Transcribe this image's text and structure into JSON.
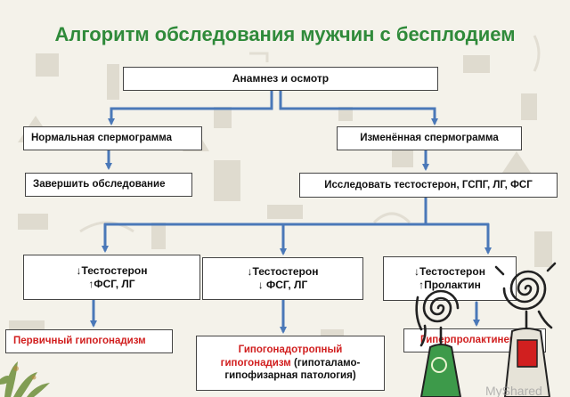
{
  "title": "Алгоритм обследования мужчин с бесплодием",
  "nodes": {
    "anamnesis": "Анамнез и осмотр",
    "normal_spermogram": "Нормальная спермограмма",
    "changed_spermogram": "Изменённая спермограмма",
    "finish_exam": "Завершить обследование",
    "investigate_hormones": "Исследовать тестостерон, ГСПГ, ЛГ, ФСГ",
    "case1": {
      "line1": "↓Тестостерон",
      "line2": "↑ФСГ, ЛГ"
    },
    "case2": {
      "line1": "↓Тестостерон",
      "line2": "↓ ФСГ, ЛГ"
    },
    "case3": {
      "line1": "↓Тестостерон",
      "line2": "↑Пролактин"
    },
    "primary_hypogonadism": "Первичный гипогонадизм",
    "gonadotropic": {
      "line1": "Гипогонадотропный",
      "line2": "гипогонадизм",
      "line3": "(гипоталамо-",
      "line4": "гипофизарная патология)"
    },
    "hyperprolactinemia": "Гиперпролактинемия"
  },
  "colors": {
    "title": "#2f8a3a",
    "arrow": "#4a78b8",
    "diagnosis": "#d11f1f"
  },
  "watermark": "MyShared"
}
